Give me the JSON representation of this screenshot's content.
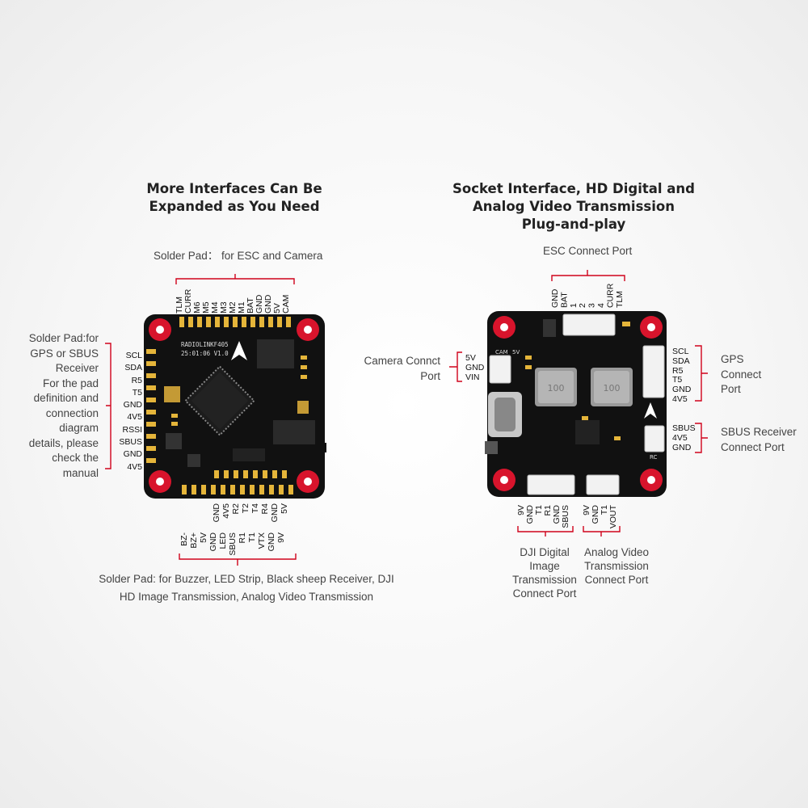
{
  "left": {
    "title": "More Interfaces Can Be\nExpanded as You Need",
    "top_caption": "Solder Pad： for ESC and Camera",
    "top_pins": [
      "TLM",
      "CURR",
      "M6",
      "M5",
      "M4",
      "M3",
      "M2",
      "M1",
      "BAT",
      "GND",
      "GND",
      "5V",
      "CAM"
    ],
    "side_caption": "Solder Pad:for\nGPS or SBUS\nReceiver\nFor the pad\ndefinition and\nconnection\ndiagram\ndetails, please\ncheck the\nmanual",
    "side_pins": [
      "SCL",
      "SDA",
      "R5",
      "T5",
      "GND",
      "4V5",
      "RSSI",
      "SBUS",
      "GND",
      "4V5"
    ],
    "bottom_pins_row1": [
      "GND",
      "4V5",
      "R2",
      "T2",
      "T4",
      "R4",
      "GND",
      "5V"
    ],
    "bottom_pins_row2": [
      "BZ-",
      "BZ+",
      "5V",
      "GND",
      "LED",
      "SBUS",
      "R1",
      "T1",
      "VTX",
      "GND",
      "9V"
    ],
    "bottom_caption": "Solder Pad: for Buzzer, LED Strip, Black sheep Receiver, DJI\nHD Image Transmission, Analog Video Transmission",
    "board_text": [
      "RADIOLINKF405",
      "25:01:06 V1.0"
    ]
  },
  "right": {
    "title": "Socket Interface, HD Digital and\nAnalog Video Transmission\nPlug-and-play",
    "esc_caption": "ESC Connect Port",
    "esc_pins": [
      "GND",
      "BAT",
      "1",
      "2",
      "3",
      "4",
      "CURR",
      "TLM"
    ],
    "camera_caption": "Camera Connct\nPort",
    "camera_pins": [
      "5V",
      "GND",
      "VIN"
    ],
    "gps_pins": [
      "SCL",
      "SDA",
      "R5",
      "T5",
      "GND",
      "4V5"
    ],
    "gps_caption": "GPS\nConnect\nPort",
    "sbus_pins": [
      "SBUS",
      "4V5",
      "GND"
    ],
    "sbus_caption": "SBUS Receiver\nConnect Port",
    "dji_pins": [
      "9V",
      "GND",
      "T1",
      "R1",
      "GND",
      "SBUS"
    ],
    "dji_caption": "DJI Digital\nImage\nTransmission\nConnect Port",
    "analog_pins": [
      "9V",
      "GND",
      "T1",
      "VOUT"
    ],
    "analog_caption": "Analog Video\nTransmission\nConnect Port",
    "board_labels": [
      "CAM",
      "5V",
      "100",
      "100",
      "RC"
    ]
  }
}
